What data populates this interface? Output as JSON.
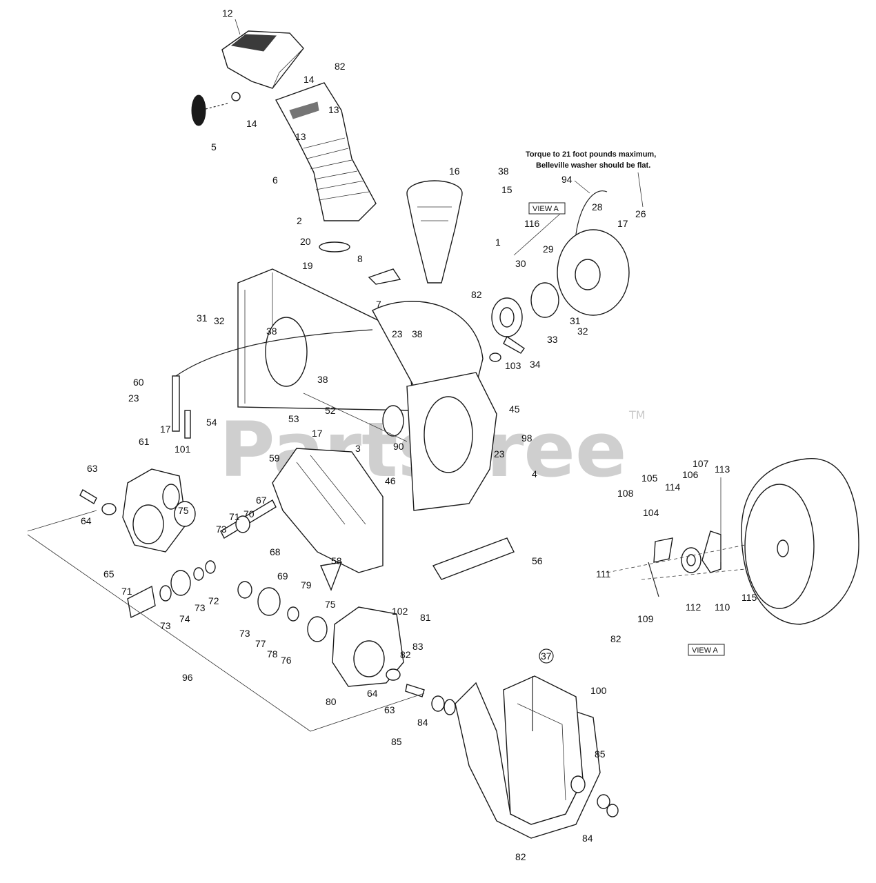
{
  "watermark": "PartsTree",
  "trademark": "TM",
  "torque_note": {
    "line1": "Torque to 21 foot pounds maximum,",
    "line2": "Belleville washer should be flat."
  },
  "view_labels": [
    "VIEW A",
    "VIEW A"
  ],
  "callouts": [
    "12",
    "82",
    "14",
    "14",
    "13",
    "13",
    "5",
    "6",
    "2",
    "20",
    "19",
    "16",
    "38",
    "15",
    "116",
    "1",
    "82",
    "8",
    "94",
    "28",
    "17",
    "26",
    "29",
    "30",
    "31",
    "32",
    "33",
    "34",
    "103",
    "31",
    "32",
    "38",
    "23",
    "38",
    "7",
    "38",
    "60",
    "23",
    "17",
    "54",
    "101",
    "53",
    "52",
    "45",
    "17",
    "3",
    "90",
    "46",
    "23",
    "98",
    "4",
    "56",
    "61",
    "63",
    "64",
    "65",
    "75",
    "73",
    "71",
    "70",
    "67",
    "59",
    "68",
    "69",
    "58",
    "71",
    "73",
    "74",
    "73",
    "72",
    "73",
    "77",
    "78",
    "76",
    "79",
    "75",
    "102",
    "81",
    "82",
    "83",
    "80",
    "64",
    "63",
    "84",
    "85",
    "96",
    "37",
    "100",
    "85",
    "84",
    "82",
    "108",
    "104",
    "105",
    "114",
    "106",
    "107",
    "113",
    "111",
    "109",
    "112",
    "110",
    "115",
    "82"
  ]
}
